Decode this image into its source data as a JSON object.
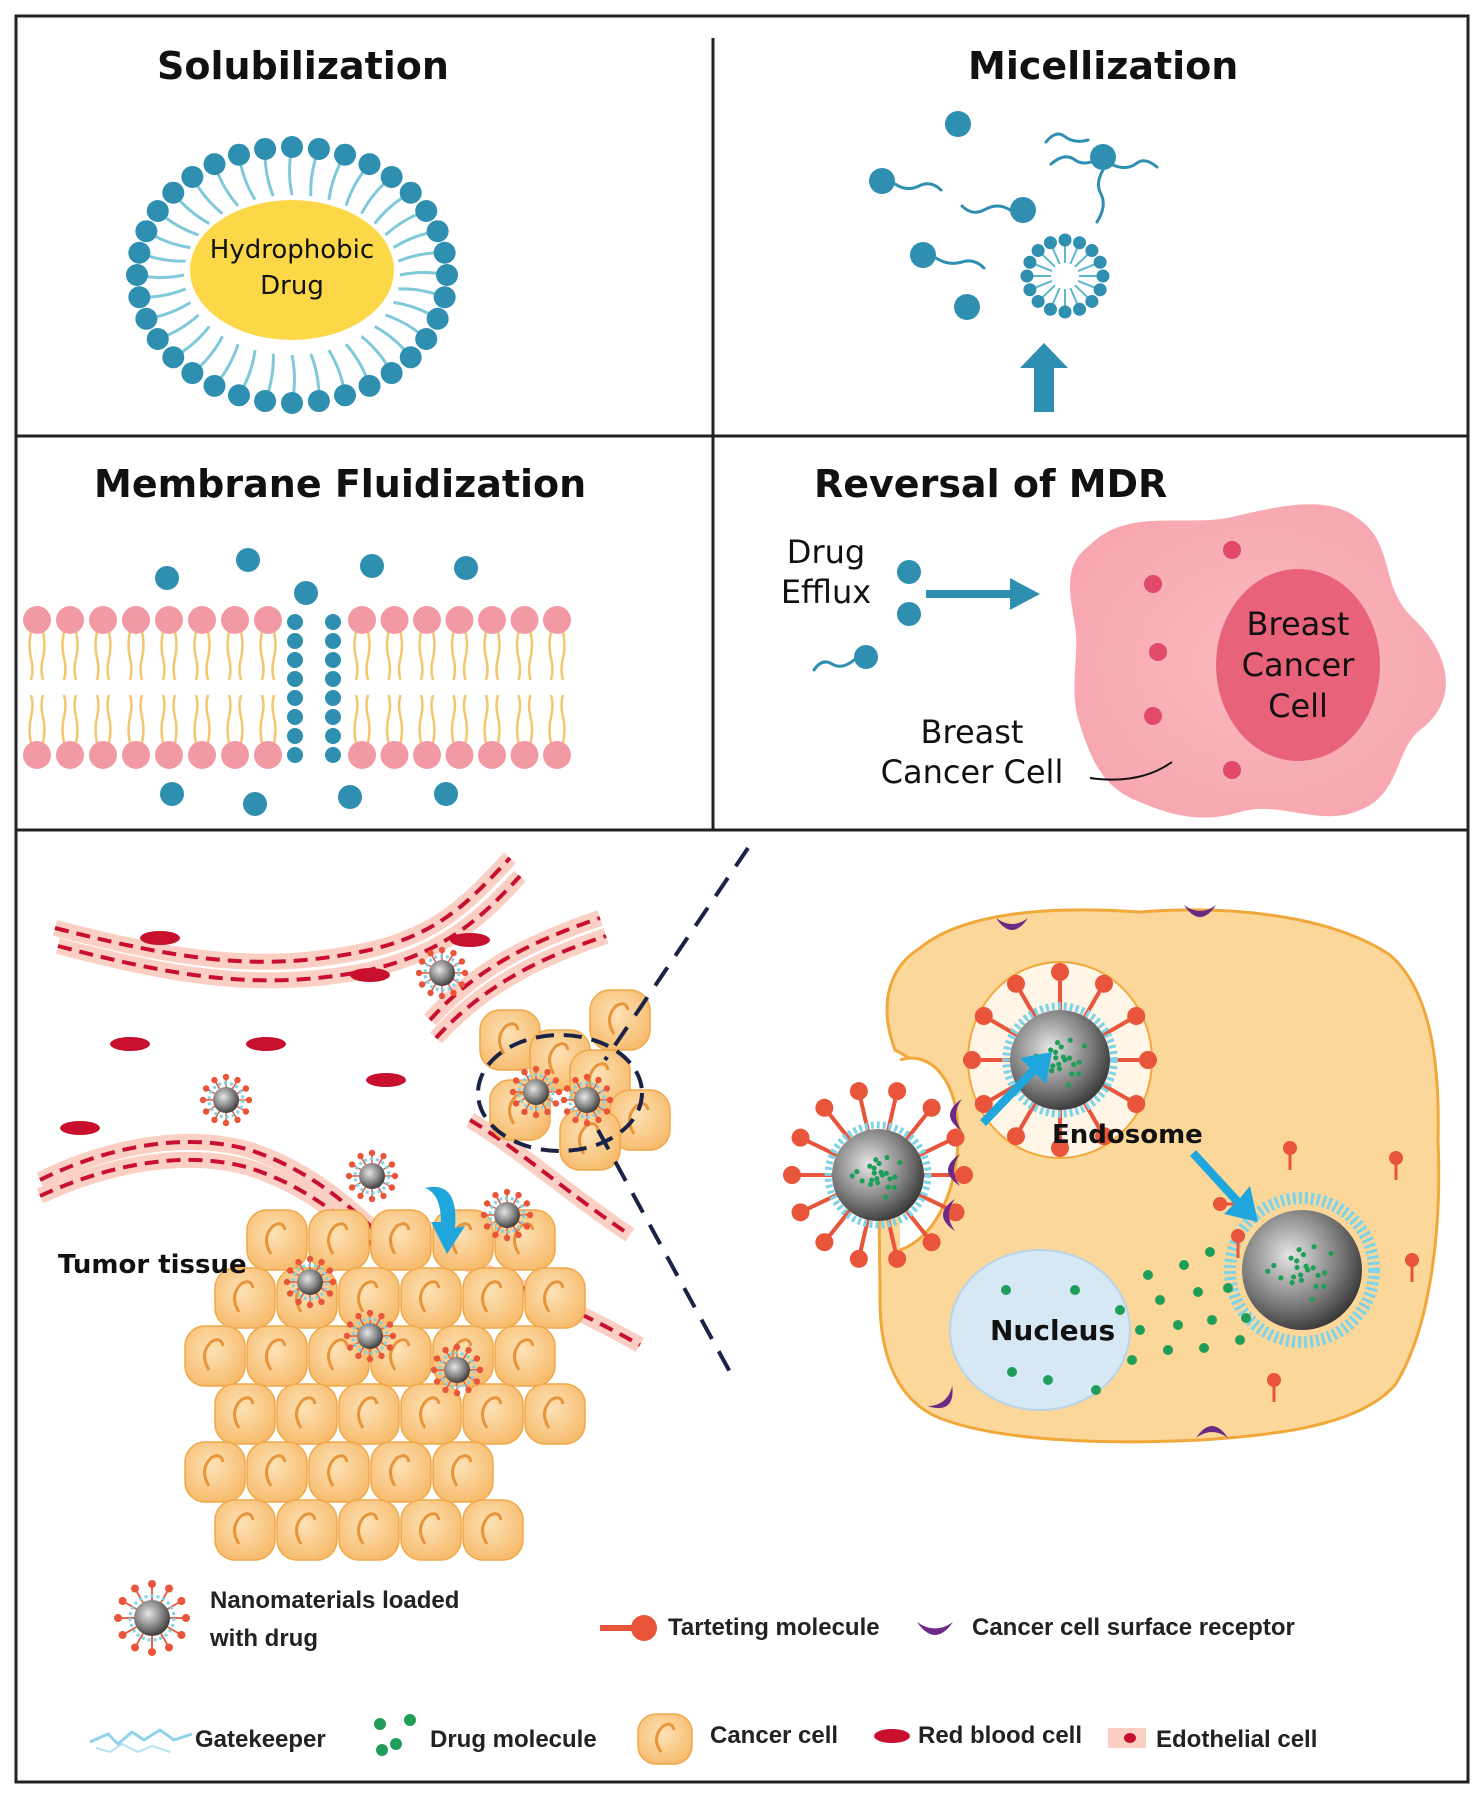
{
  "panels": {
    "solubilization": {
      "title": "Solubilization",
      "core_line1": "Hydrophobic",
      "core_line2": "Drug"
    },
    "micellization": {
      "title": "Micellization"
    },
    "membrane": {
      "title": "Membrane Fluidization"
    },
    "mdr": {
      "title": "Reversal of MDR",
      "efflux_line1": "Drug",
      "efflux_line2": "Efflux",
      "nucleus_line1": "Breast",
      "nucleus_line2": "Cancer",
      "nucleus_line3": "Cell",
      "cell_line1": "Breast",
      "cell_line2": "Cancer Cell"
    }
  },
  "delivery": {
    "tumor_label": "Tumor tissue",
    "endosome_label": "Endosome",
    "nucleus_label": "Nucleus"
  },
  "legend": {
    "nano_line1": "Nanomaterials loaded",
    "nano_line2": "with drug",
    "targeting": "Tarteting molecule",
    "receptor": "Cancer cell surface receptor",
    "gatekeeper": "Gatekeeper",
    "drug_molecule": "Drug molecule",
    "cancer_cell": "Cancer cell",
    "rbc": "Red blood cell",
    "endothelial": "Edothelial cell"
  },
  "colors": {
    "teal": "#2e8fb0",
    "lipid_pink": "#f19aa4",
    "cell_orange": "#fbd79b",
    "nucleus_blue": "#d7e8f5",
    "drug_green": "#1f9e5a",
    "rbc_red": "#c8102e",
    "receptor_purple": "#6b2a86",
    "arrow_blue": "#1fa6dc"
  }
}
